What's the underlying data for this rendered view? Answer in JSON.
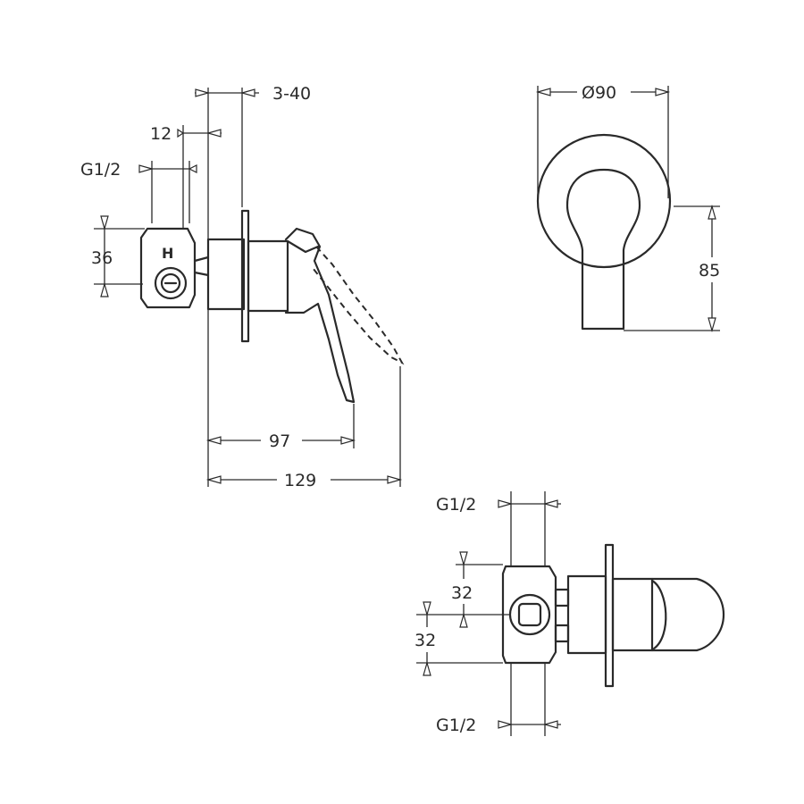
{
  "dimensions": {
    "side_view": {
      "depth_range": "3-40",
      "wall_offset": "12",
      "thread_top": "G1/2",
      "body_height": "36",
      "lever_reach": "97",
      "overall_depth": "129"
    },
    "front_view": {
      "rosette_diameter": "Ø90",
      "lever_height": "85"
    },
    "top_view": {
      "thread_top": "G1/2",
      "spacing_upper": "32",
      "spacing_lower": "32",
      "thread_bottom": "G1/2"
    }
  },
  "marks": {
    "hot_marker": "H"
  },
  "colors": {
    "line": "#2a2a2a",
    "background": "#ffffff"
  }
}
